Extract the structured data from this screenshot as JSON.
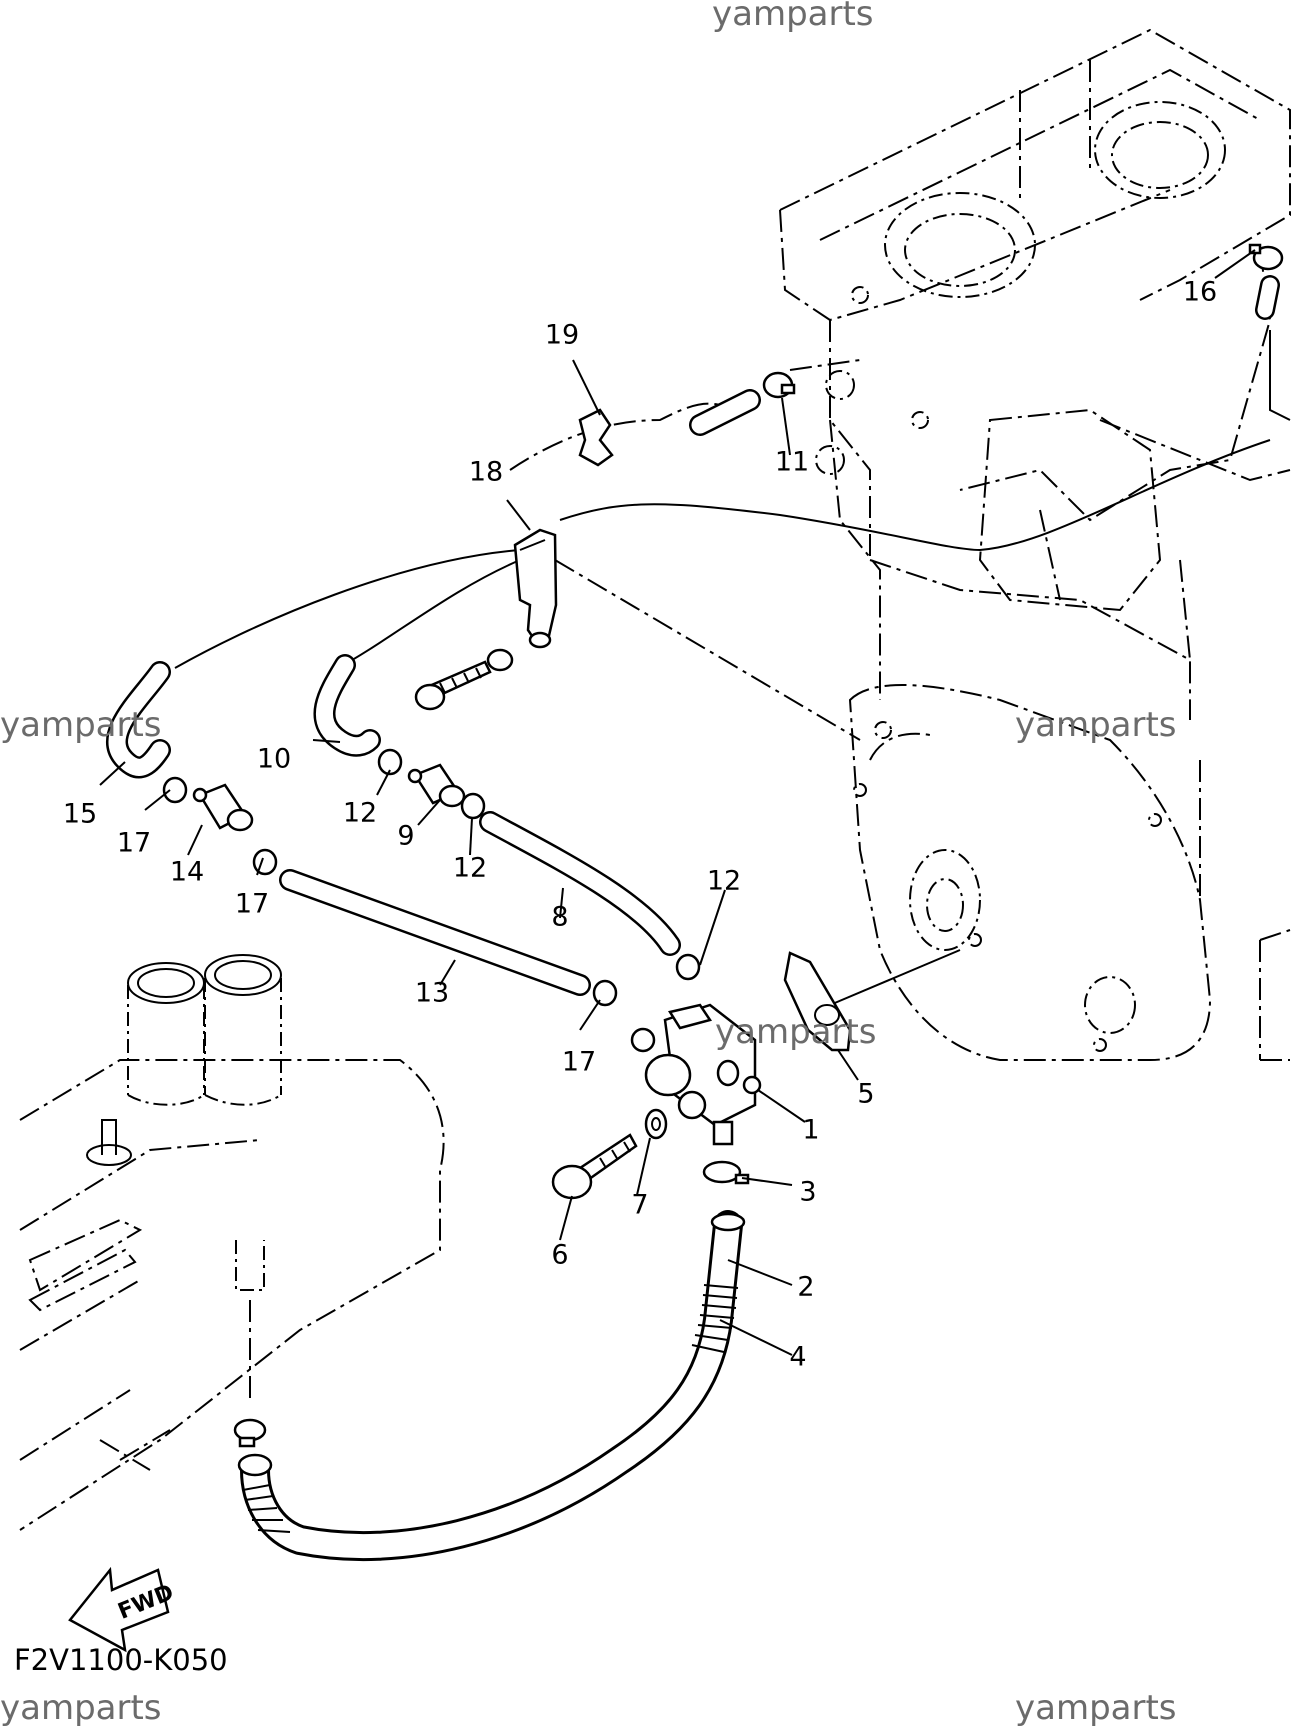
{
  "watermark": "yamparts",
  "diagram_code": "F2V1100-K050",
  "fwd_label": "FWD",
  "callouts": [
    "1",
    "2",
    "3",
    "4",
    "5",
    "6",
    "7",
    "8",
    "9",
    "10",
    "11",
    "12",
    "12",
    "12",
    "13",
    "14",
    "15",
    "16",
    "17",
    "17",
    "17",
    "18",
    "19"
  ],
  "colors": {
    "line": "#000000",
    "watermark": "#6b6b6b",
    "background": "#ffffff"
  }
}
